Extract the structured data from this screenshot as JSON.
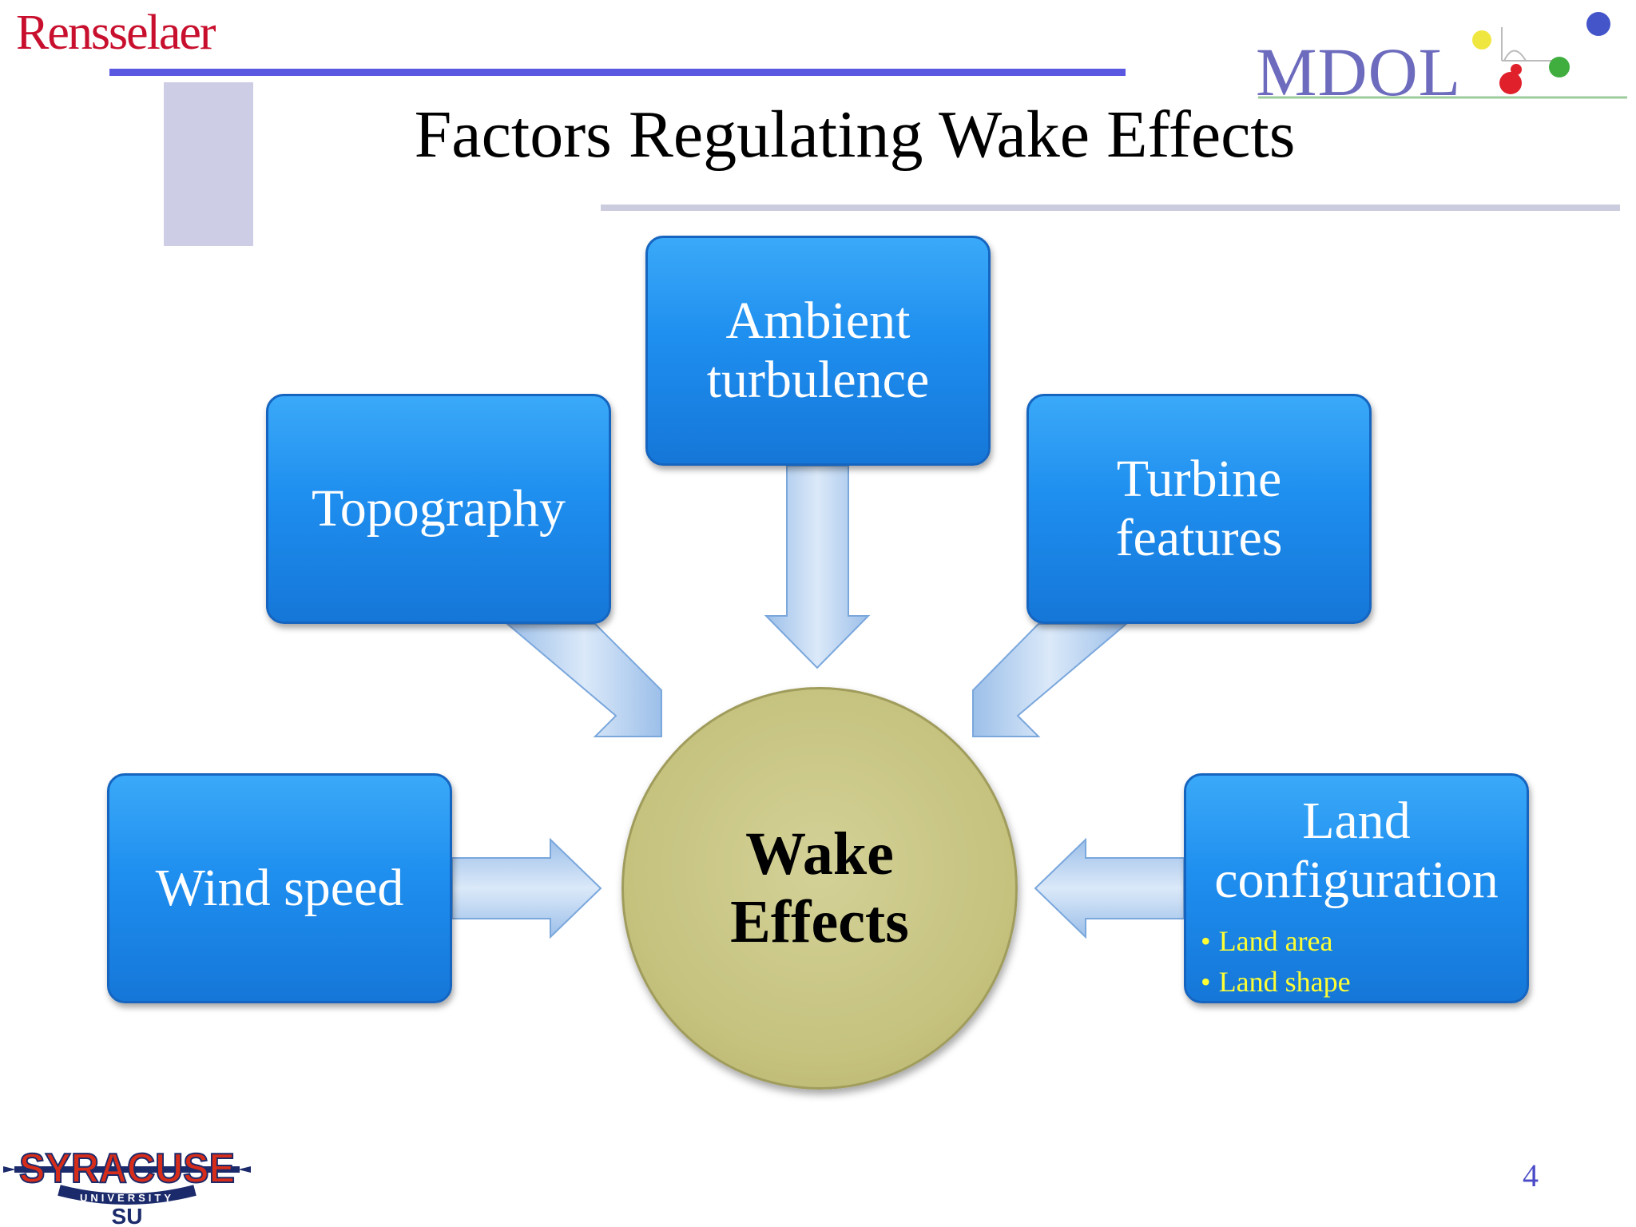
{
  "header": {
    "left_logo_text": "Rensselaer",
    "right_logo_text": "MDOL",
    "title": "Factors Regulating Wake Effects"
  },
  "diagram": {
    "center": {
      "line1": "Wake",
      "line2": "Effects"
    },
    "factors": {
      "ambient": {
        "line1": "Ambient",
        "line2": "turbulence"
      },
      "topography": {
        "label": "Topography"
      },
      "turbine": {
        "line1": "Turbine",
        "line2": "features"
      },
      "wind": {
        "label": "Wind speed"
      },
      "land": {
        "line1": "Land",
        "line2": "configuration",
        "items": [
          "Land area",
          "Land shape"
        ]
      }
    }
  },
  "footer": {
    "logo_text": "SYRACUSE",
    "logo_subtext": "UNIVERSITY",
    "logo_mark": "SU",
    "page_number": "4"
  },
  "colors": {
    "box_blue": "#1e8eef",
    "circle_olive": "#c5c27e",
    "arrow_light_blue": "#b3d0f1",
    "bullet_yellow": "#ffff33",
    "rensselaer_red": "#c8102e",
    "rule_purple": "#5a57e0"
  }
}
